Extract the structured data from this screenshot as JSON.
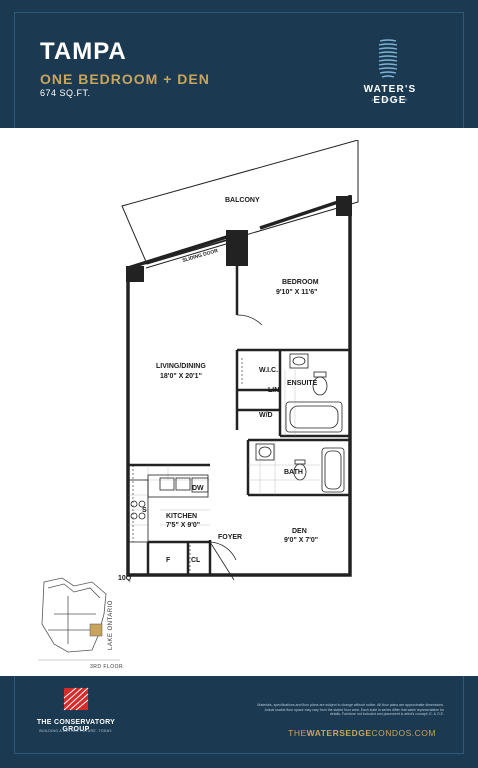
{
  "header": {
    "unit_name": "TAMPA",
    "unit_type": "ONE BEDROOM + DEN",
    "unit_size": "674 SQ.FT.",
    "brand_name": "WATER'S EDGE",
    "brand_sub": "AT THE COVE",
    "colors": {
      "background": "#1b3a52",
      "accent": "#c9a45c",
      "text": "#ffffff"
    }
  },
  "floor_plan": {
    "rooms": [
      {
        "id": "balcony",
        "name": "BALCONY",
        "dims": ""
      },
      {
        "id": "sliding-door",
        "name": "SLIDING DOOR",
        "dims": ""
      },
      {
        "id": "bedroom",
        "name": "BEDROOM",
        "dims": "9'10\" X 11'6\""
      },
      {
        "id": "living",
        "name": "LIVING/DINING",
        "dims": "18'0\" X 20'1\""
      },
      {
        "id": "wic",
        "name": "W.I.C.",
        "dims": ""
      },
      {
        "id": "ensuite",
        "name": "ENSUITE",
        "dims": ""
      },
      {
        "id": "lin",
        "name": "LIN",
        "dims": ""
      },
      {
        "id": "wd",
        "name": "W/D",
        "dims": ""
      },
      {
        "id": "bath",
        "name": "BATH",
        "dims": ""
      },
      {
        "id": "dw",
        "name": "DW",
        "dims": ""
      },
      {
        "id": "stove",
        "name": "S",
        "dims": ""
      },
      {
        "id": "kitchen",
        "name": "KITCHEN",
        "dims": "7'5\" X 9'0\""
      },
      {
        "id": "foyer",
        "name": "FOYER",
        "dims": ""
      },
      {
        "id": "den",
        "name": "DEN",
        "dims": "9'0\" X 7'0\""
      },
      {
        "id": "fridge",
        "name": "F",
        "dims": ""
      },
      {
        "id": "closet",
        "name": "CL",
        "dims": ""
      }
    ]
  },
  "key_plan": {
    "unit_code": "10Q",
    "floor_label": "3RD FLOOR",
    "lake_label": "LAKE ONTARIO"
  },
  "footer": {
    "developer_name": "THE CONSERVATORY GROUP",
    "developer_tagline": "BUILDING A BETTER FUTURE. TODAY.",
    "disclaimer": "Materials, specifications and floor plans are subject to change without notice. All floor plans are approximate dimensions. Actual usable floor space may vary from the stated floor area. Each suite in series differ that sales representative for details. Furniture not included and placement is artist's concept. E. & O.E.",
    "website_prefix": "THE",
    "website_bold": "WATERSEDGE",
    "website_suffix": "CONDOS.COM"
  }
}
